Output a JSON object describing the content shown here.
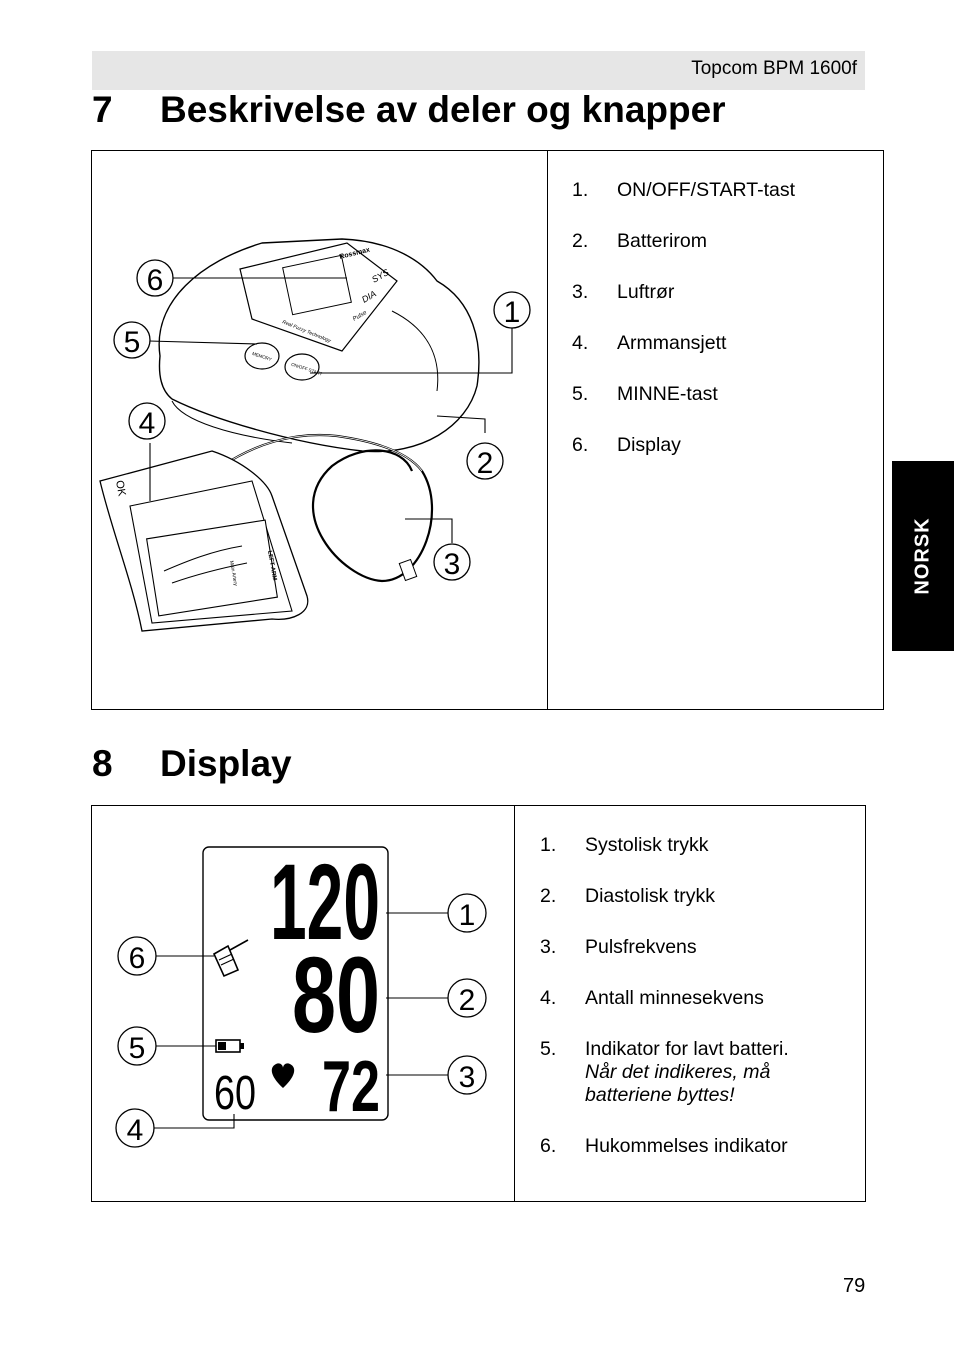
{
  "header": {
    "title": "Topcom BPM 1600f"
  },
  "section7": {
    "number": "7",
    "title": "Beskrivelse av deler og knapper",
    "items": [
      {
        "num": "1.",
        "label": "ON/OFF/START-tast"
      },
      {
        "num": "2.",
        "label": "Batterirom"
      },
      {
        "num": "3.",
        "label": "Luftrør"
      },
      {
        "num": "4.",
        "label": "Armmansjett"
      },
      {
        "num": "5.",
        "label": "MINNE-tast"
      },
      {
        "num": "6.",
        "label": "Display"
      }
    ],
    "illustration": {
      "callouts": [
        "1",
        "2",
        "3",
        "4",
        "5",
        "6"
      ],
      "brand": "Rossmax",
      "sys_label": "SYS",
      "dia_label": "DIA",
      "pulse_label": "Pulse",
      "tech_label": "Real Fuzzy Technology",
      "memory_button": "MEMORY",
      "start_button": "ON/OFF START",
      "cuff_ok": "OK",
      "cuff_left_arm": "LEFT ARM",
      "cuff_main_artery": "Main Artery"
    }
  },
  "section8": {
    "number": "8",
    "title": "Display",
    "items": [
      {
        "num": "1.",
        "label": "Systolisk trykk"
      },
      {
        "num": "2.",
        "label": "Diastolisk trykk"
      },
      {
        "num": "3.",
        "label": "Pulsfrekvens"
      },
      {
        "num": "4.",
        "label": "Antall minnesekvens"
      },
      {
        "num": "5.",
        "label": "Indikator for lavt batteri.",
        "note": "Når det indikeres, må batteriene byttes!"
      },
      {
        "num": "6.",
        "label": "Hukommelses indikator"
      }
    ],
    "lcd": {
      "systolic": "120",
      "diastolic": "80",
      "pulse": "72",
      "memory": "60",
      "callouts": [
        "1",
        "2",
        "3",
        "4",
        "5",
        "6"
      ]
    }
  },
  "side_tab": {
    "label": "NORSK"
  },
  "page_number": "79"
}
